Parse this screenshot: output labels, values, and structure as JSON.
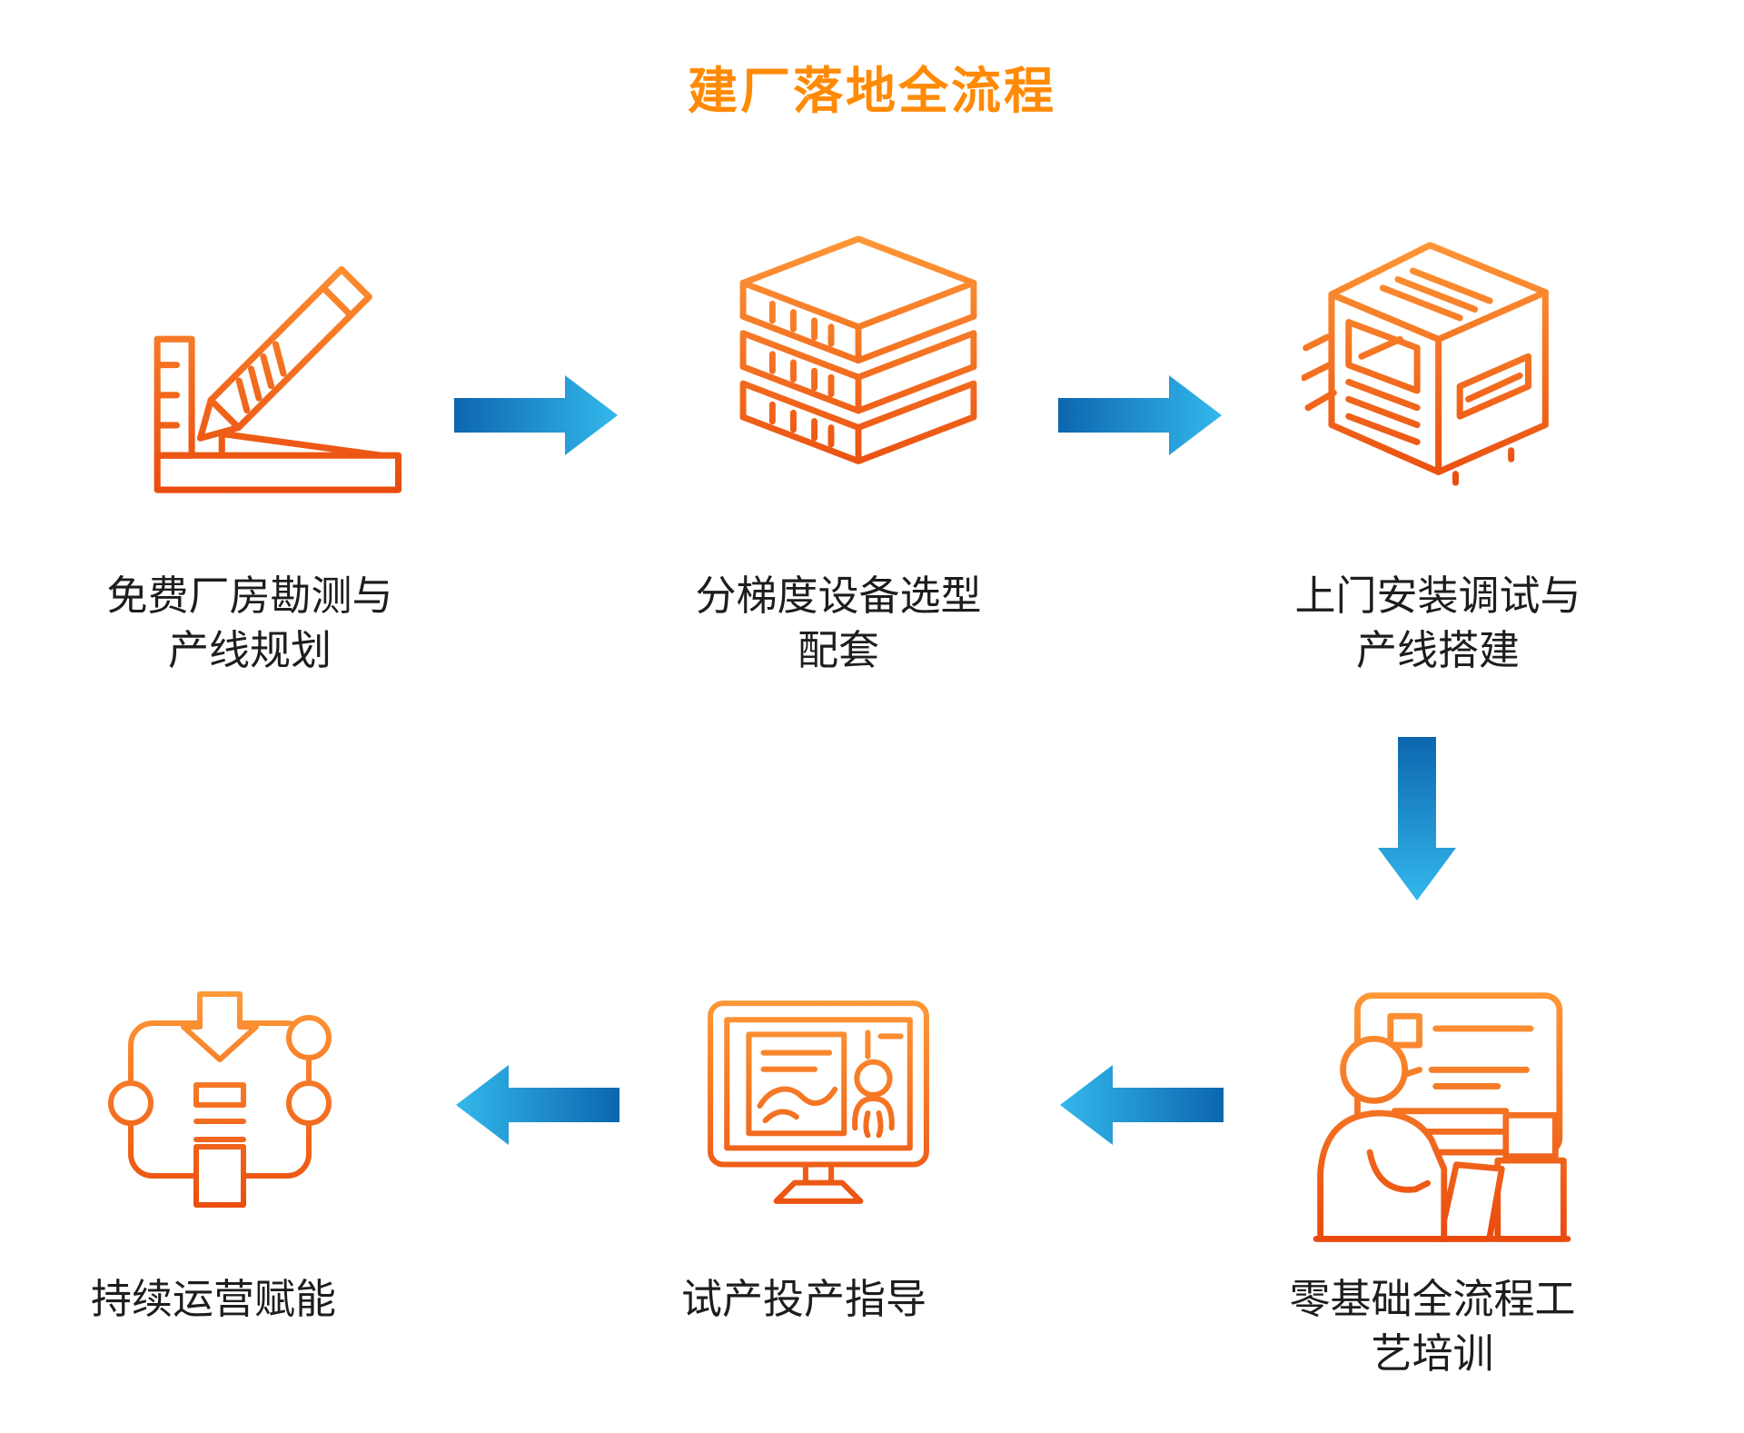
{
  "title": "建厂落地全流程",
  "steps": [
    {
      "id": 1,
      "icon": "survey-ruler-pencil-icon",
      "lines": [
        "免费厂房勘测与",
        "产线规划"
      ]
    },
    {
      "id": 2,
      "icon": "equipment-server-stack-icon",
      "lines": [
        "分梯度设备选型",
        "配套"
      ]
    },
    {
      "id": 3,
      "icon": "installation-machine-icon",
      "lines": [
        "上门安装调试与",
        "产线搭建"
      ]
    },
    {
      "id": 4,
      "icon": "training-presentation-icon",
      "lines": [
        "零基础全流程工",
        "艺培训"
      ]
    },
    {
      "id": 5,
      "icon": "trial-production-monitor-icon",
      "lines": [
        "试产投产指导"
      ]
    },
    {
      "id": 6,
      "icon": "operations-flowchart-icon",
      "lines": [
        "持续运营赋能"
      ]
    }
  ],
  "arrows": [
    {
      "from": 1,
      "to": 2,
      "direction": "right"
    },
    {
      "from": 2,
      "to": 3,
      "direction": "right"
    },
    {
      "from": 3,
      "to": 4,
      "direction": "down"
    },
    {
      "from": 4,
      "to": 5,
      "direction": "left"
    },
    {
      "from": 5,
      "to": 6,
      "direction": "left"
    }
  ],
  "colors": {
    "title_orange": "#ff8a05",
    "icon_orange_light": "#ff9a38",
    "icon_orange_dark": "#e8470b",
    "arrow_blue_dark": "#0d66ae",
    "arrow_blue_light": "#33b9ec",
    "label_text": "#1d1d1d",
    "background": "#ffffff"
  }
}
